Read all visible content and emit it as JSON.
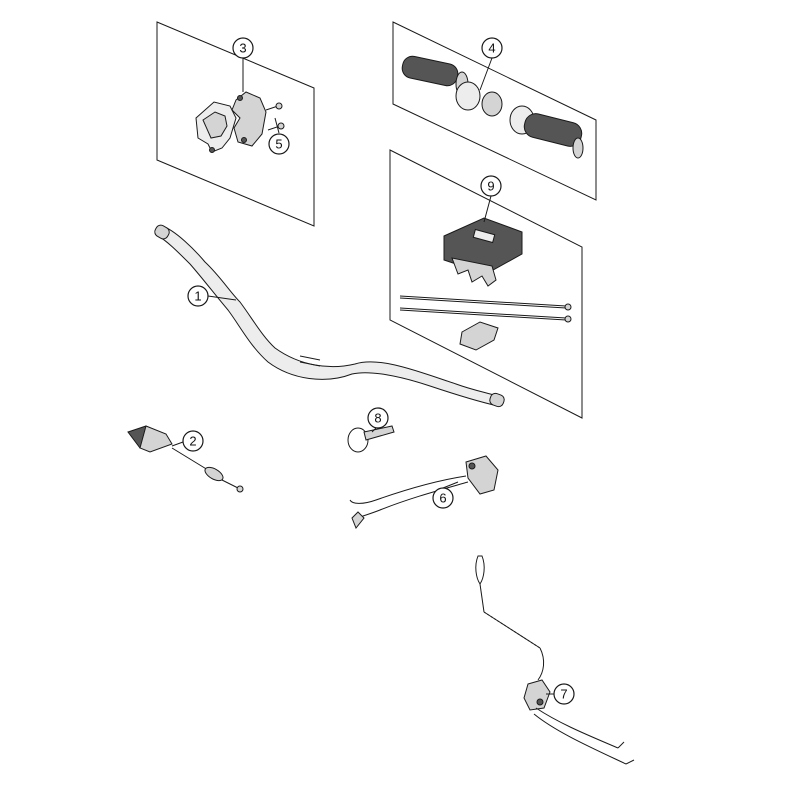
{
  "callouts": {
    "c1": "1",
    "c2": "2",
    "c3": "3",
    "c4": "4",
    "c5": "5",
    "c6": "6",
    "c7": "7",
    "c8": "8",
    "c9": "9"
  },
  "colors": {
    "line": "#1a1a1a",
    "part": "#d4d4d4",
    "background": "#ffffff"
  }
}
